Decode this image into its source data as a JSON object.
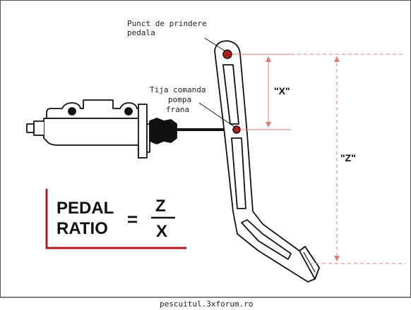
{
  "labels": {
    "pivot_line1": "Punct de prindere",
    "pivot_line2": "pedala",
    "rod_line1": "Tija comanda",
    "rod_line2": "pompa",
    "rod_line3": "frana",
    "x_dim": "\"X\"",
    "z_dim": "\"Z\""
  },
  "formula": {
    "word1": "PEDAL",
    "word2": "RATIO",
    "equals": "=",
    "numerator": "Z",
    "denominator": "X"
  },
  "watermark": "pescuitul.3xforum.ro",
  "colors": {
    "accent_red": "#b01c1c",
    "dim_line": "#e07a7a",
    "outline": "#111111"
  }
}
